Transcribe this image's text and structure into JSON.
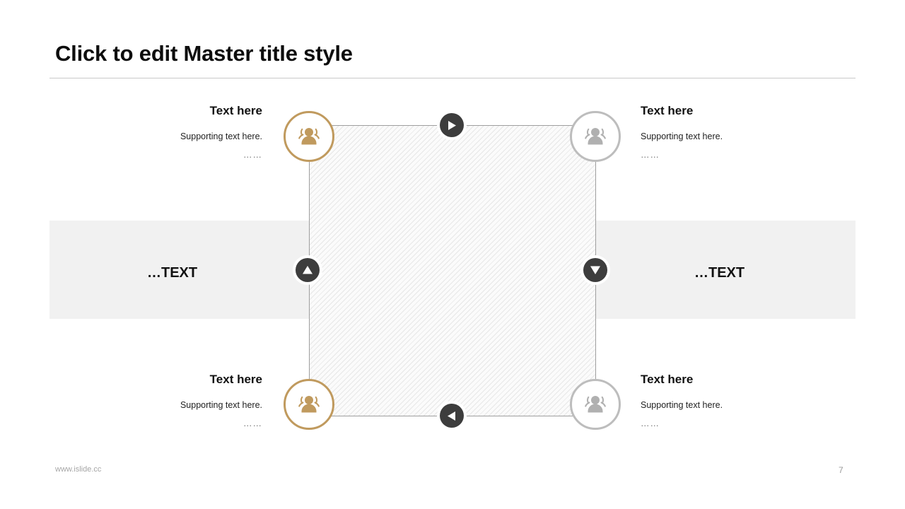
{
  "slide": {
    "title": "Click to edit Master title style",
    "page_number": "7",
    "footer_url": "www.islide.cc"
  },
  "theme": {
    "gold": "#c09a5e",
    "gray_circle": "#bdbdbd",
    "badge_dark": "#3d3d3d",
    "band_bg": "#f1f1f1",
    "line": "#9e9e9e",
    "title_color": "#0d0d0d"
  },
  "nodes": [
    {
      "id": "top-left",
      "icon": "people-icon",
      "accent": "gold",
      "align": "right",
      "heading": "Text here",
      "supporting": "Supporting text here.",
      "dots": "……"
    },
    {
      "id": "top-right",
      "icon": "people-icon",
      "accent": "gray",
      "align": "left",
      "heading": "Text here",
      "supporting": "Supporting text here.",
      "dots": "……"
    },
    {
      "id": "bottom-left",
      "icon": "people-icon",
      "accent": "gold",
      "align": "right",
      "heading": "Text here",
      "supporting": "Supporting text here.",
      "dots": "……"
    },
    {
      "id": "bottom-right",
      "icon": "people-icon",
      "accent": "gray",
      "align": "left",
      "heading": "Text here",
      "supporting": "Supporting text here.",
      "dots": "……"
    }
  ],
  "badges": [
    {
      "id": "top",
      "icon": "play-right-arrow-icon"
    },
    {
      "id": "left",
      "icon": "triangle-up-arrow-icon"
    },
    {
      "id": "right",
      "icon": "triangle-down-arrow-icon"
    },
    {
      "id": "bottom",
      "icon": "triangle-left-arrow-icon"
    }
  ],
  "band": {
    "label_left": "…TEXT",
    "label_right": "…TEXT"
  }
}
